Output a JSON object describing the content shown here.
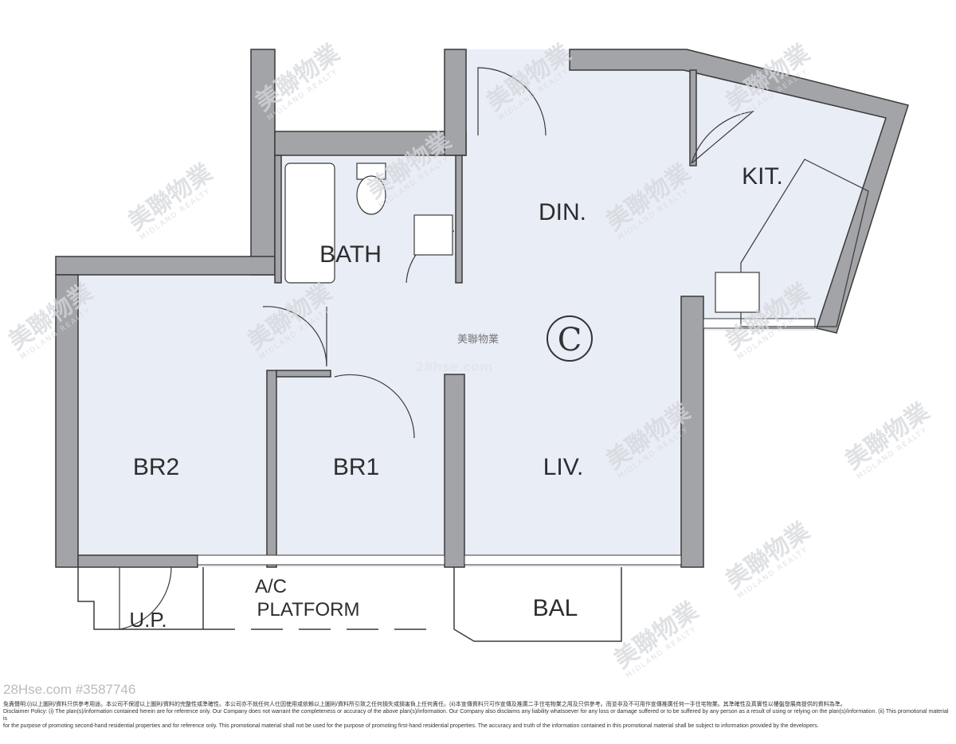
{
  "rooms": {
    "din": "DIN.",
    "kit": "KIT.",
    "bath": "BATH",
    "br2": "BR2",
    "br1": "BR1",
    "liv": "LIV.",
    "ac_line1": "A/C",
    "ac_line2": "PLATFORM",
    "up": "U.P.",
    "bal": "BAL"
  },
  "unit_letter": "C",
  "center_brand": "美聯物業",
  "center_site": "28hse.com",
  "watermark": {
    "zh": "美聯物業",
    "en": "MIDLAND REALTY"
  },
  "listing_id": "28Hse.com #3587746",
  "disclaimer": {
    "zh": "免責聲明:(i)以上圖則/資料只供參考用途。本公司不保證以上圖則/資料的完整性或準確性。本公司亦不就任何人仕因使用或依賴以上圖則/資料所引致之任何損失或損害負上任何責任。(ii)本宣傳資料只可作宣傳及推廣二手住宅物業之用及只供參考。而並非及不可用作宣傳推廣任何一手住宅物業。其準確性及真實性以樓盤發展商提供的資料為準。",
    "en1": "Disclaimer Policy: (i) The plan(s)/information contained herein are for reference only. Our Company does not warrant the completeness or accuracy of the above plan(s)/information. Our Company also disclaims any liability whatsoever for any loss or damage suffered or to be suffered by any person as a result of using or relying on the plan(s)/information. (ii) This promotional material is",
    "en2": "for the purpose of promoting second-hand residential properties and for reference only. This promotional material shall not be used for the purpose of promoting first-hand residential properties. The accuracy and truth of the information contained in this promotional material shall be subject to information provided by the developers."
  },
  "colors": {
    "floor": "#e9edf6",
    "wall": "#a3a4a8",
    "outline": "#3a3a3a"
  }
}
